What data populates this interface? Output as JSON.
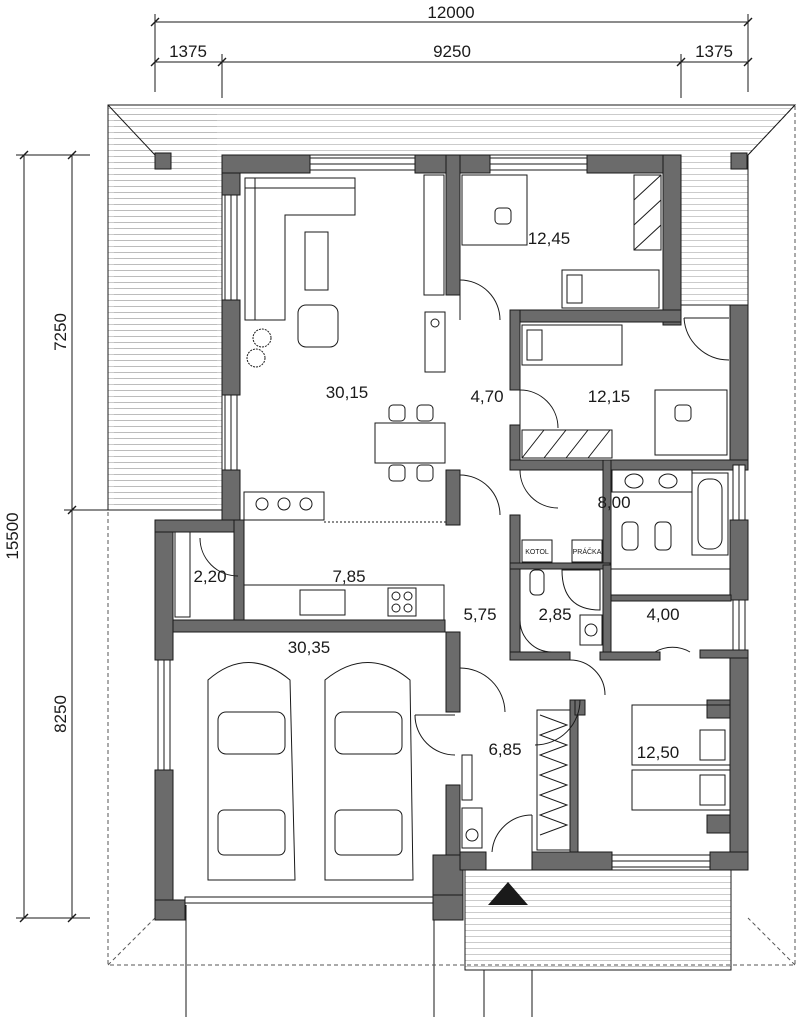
{
  "dimensions": {
    "overall_width": "12000",
    "left_overhang": "1375",
    "middle_width": "9250",
    "right_overhang": "1375",
    "overall_depth": "15500",
    "upper_depth": "7250",
    "lower_depth": "8250"
  },
  "rooms": [
    {
      "id": "living",
      "area": "30,15"
    },
    {
      "id": "bedroom-top-right",
      "area": "12,45"
    },
    {
      "id": "hall-upper",
      "area": "4,70"
    },
    {
      "id": "room-middle-right",
      "area": "12,15"
    },
    {
      "id": "bathroom",
      "area": "8,00"
    },
    {
      "id": "pantry",
      "area": "2,20"
    },
    {
      "id": "kitchen",
      "area": "7,85"
    },
    {
      "id": "hall-lower",
      "area": "5,75"
    },
    {
      "id": "wc-boiler",
      "area": "2,85"
    },
    {
      "id": "wardrobe",
      "area": "4,00"
    },
    {
      "id": "garage",
      "area": "30,35"
    },
    {
      "id": "entrance-hall",
      "area": "6,85"
    },
    {
      "id": "bedroom-bottom-right",
      "area": "12,50"
    }
  ],
  "labels": {
    "boiler": "KOTOL",
    "washer": "PRÁČKA"
  },
  "colors": {
    "wall": "#6b6b6b",
    "line": "#1a1a1a",
    "background": "#ffffff"
  }
}
